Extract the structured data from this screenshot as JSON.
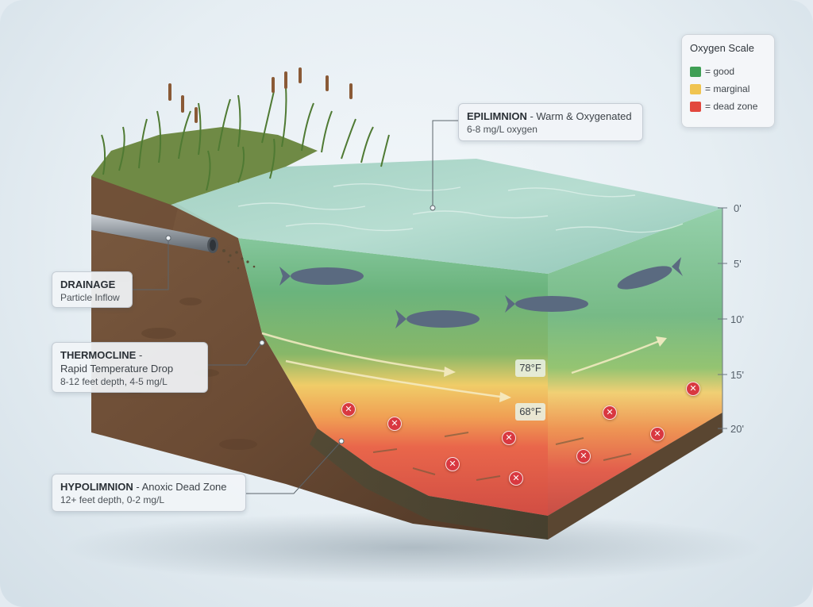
{
  "legend": {
    "title": "Oxygen Scale",
    "items": [
      {
        "label": "= good",
        "color": "#3f9f55"
      },
      {
        "label": "= marginal",
        "color": "#f0c450"
      },
      {
        "label": "= dead zone",
        "color": "#e2483e"
      }
    ]
  },
  "callouts": {
    "epilimnion": {
      "title": "EPILIMNION",
      "subtitle": " - Warm & Oxygenated",
      "detail": "6-8 mg/L oxygen"
    },
    "drainage": {
      "title": "DRAINAGE",
      "detail": "Particle Inflow"
    },
    "thermocline": {
      "title": "THERMOCLINE",
      "subtitle": " -",
      "line2": "Rapid Temperature Drop",
      "detail": "8-12 feet depth, 4-5 mg/L"
    },
    "hypolimnion": {
      "title": "HYPOLIMNION",
      "subtitle": " - Anoxic Dead Zone",
      "detail": "12+ feet depth, 0-2 mg/L"
    }
  },
  "temperatures": [
    "78°F",
    "68°F"
  ],
  "depth_scale": [
    "0'",
    "5'",
    "10'",
    "15'",
    "20'"
  ],
  "dead_marker_symbol": "✕"
}
